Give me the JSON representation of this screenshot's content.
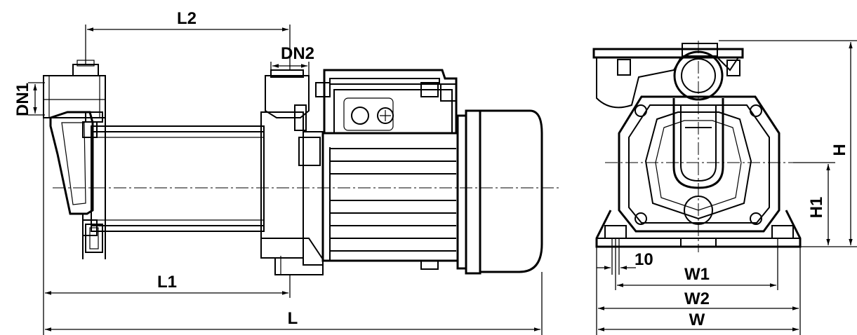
{
  "diagram": {
    "labels": {
      "l2": "L2",
      "dn2": "DN2",
      "dn1": "DN1",
      "l1": "L1",
      "l": "L",
      "h": "H",
      "h1": "H1",
      "w1": "W1",
      "w2": "W2",
      "w": "W",
      "gap": "10"
    },
    "colors": {
      "line": "#000000",
      "background": "#ffffff"
    }
  }
}
